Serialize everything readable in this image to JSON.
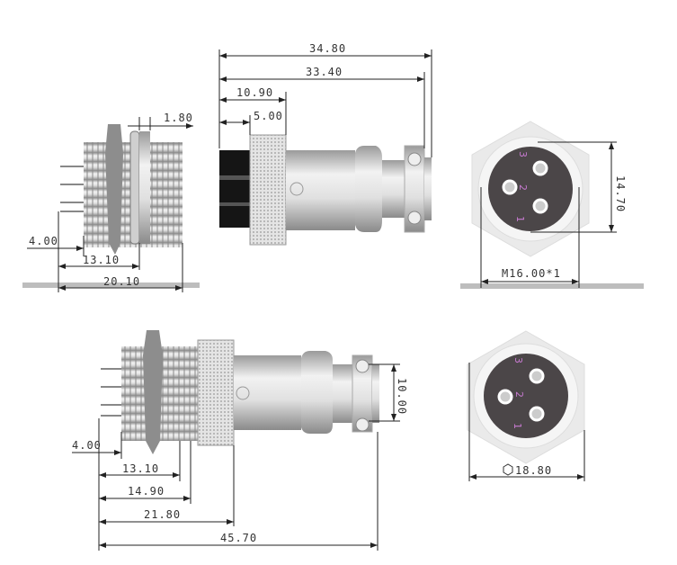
{
  "top_side_view": {
    "d1": "1.80",
    "d2": "4.00",
    "d3": "13.10",
    "d4": "20.10"
  },
  "top_plug_view": {
    "d1": "34.80",
    "d2": "33.40",
    "d3": "10.90",
    "d4": "5.00"
  },
  "top_face_view": {
    "height": "14.70",
    "thread": "M16.00*1",
    "pins": [
      "1",
      "2",
      "3"
    ]
  },
  "bottom_side_view": {
    "d1": "10.00",
    "d2": "4.00",
    "d3": "13.10",
    "d4": "14.90",
    "d5": "21.80",
    "d6": "45.70"
  },
  "bottom_face_view": {
    "hex": "18.80",
    "pins": [
      "1",
      "2",
      "3"
    ]
  },
  "colors": {
    "face": "#4b4648",
    "pin_label": "#c77ad0",
    "ground": "#bdbdbd"
  }
}
